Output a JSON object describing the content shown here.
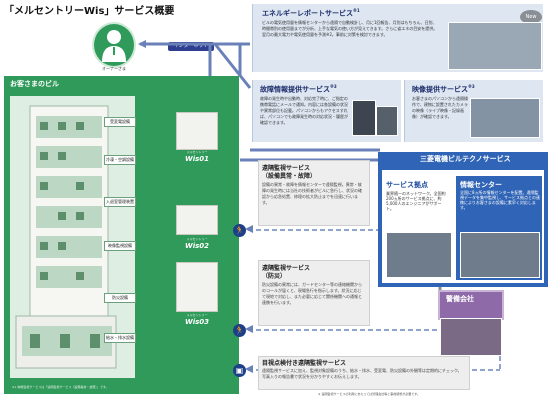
{
  "page_title": "「メルセントリーWis」サービス概要",
  "owner": {
    "label": "オーナーさま"
  },
  "internet_label": "インターネット",
  "building": {
    "title": "お客さまのビル",
    "equipment": [
      "受変電設備",
      "冷凍・空調設備",
      "入退室管理装置",
      "映像監視設備",
      "防災設備",
      "給水・排水設備"
    ],
    "devices": [
      {
        "brand": "メルセントリー",
        "model": "Wis01"
      },
      {
        "brand": "メルセントリー",
        "model": "Wis02"
      },
      {
        "brand": "メルセントリー",
        "model": "Wis03"
      }
    ],
    "note": "※1 映像監視サービスは「遠隔監視サービス（設備異常・故障）」です。"
  },
  "services": {
    "energy": {
      "title": "エネルギーレポートサービス",
      "sup": "※1",
      "badge": "New",
      "body": "ビルの電気使用量を情報センターから遠隔で自動検針し、月に1回報告、月別はもちろん、日別、時間帯別の使用量までが分析、上手な電気の使い方が見えてきます。さらに省エネの目安を提供。翌月の最大電力や電気使用量を予測※2。事前に対策を検討できます。"
    },
    "fault": {
      "title": "故障情報提供サービス",
      "sup": "※3",
      "body": "故障の発生時や出動時、対応完了時に、ご指定の携帯電話にメールで通知。内容には各設備の状況や異常部位も記載。パソコンからもアクセスすれば、パソコンでも故障発生時の対応状況・履歴が確認できます。"
    },
    "video": {
      "title": "映像提供サービス",
      "sup": "※3",
      "body": "お客さまのパソコンから遠隔操作で、建物に設置されたカメラの映像（ライブ映像・記録画像）が確認できます。"
    },
    "remote1": {
      "title": "遠隔監視サービス",
      "subtitle": "（設備異常・故障）",
      "body": "設備の異常・故障を情報センターで遠隔監視。異常・故障の発生時には当社の技術者がビルに急行し、状況の確認から応急処置、修理の拡大防止までを迅速に行います。"
    },
    "remote2": {
      "title": "遠隔監視サービス",
      "subtitle": "（防災）",
      "body": "防災設備の異常には、ガードセンター等の連絡機関からのコールが届くと、現場急行を指示します。状況に応じて現地で対応し、また必要に応じて関係機関への通報と連携を行います。"
    },
    "inspection": {
      "title": "目視点検付き遠隔監視サービス",
      "body": "遠隔監視サービスに加え、監視対象設備のうち、給水・排水、受変電、防災設備の外観等は定期的にチェック。写真入りの報告書で状況を分かりやすくお伝えします。"
    }
  },
  "mitsubishi": {
    "title": "三菱電機ビルテクノサービス",
    "base_title": "サービス拠点",
    "base_body": "業界随一のネットワーク。全国約200ヵ所のサービス拠点に、約5,000人のエンジニアがサポート。",
    "center_title": "情報センター",
    "center_body": "全国に8ヵ所の情報センターを配置。遠隔監視データを集中監視し、サービス拠点との連携によりお客さまの設備に素早く対応します。"
  },
  "security_company": {
    "label": "警備会社"
  },
  "footnote": "※ 遠隔監視サービスの利用にあたっては管理会社等と事前調整が必要です。",
  "colors": {
    "green": "#2f9a5a",
    "navy": "#1d2d6b",
    "blue": "#2f64b6",
    "purple": "#8f6aa8"
  },
  "icons": [
    "person-icon",
    "running-person-icon",
    "calendar-check-icon"
  ]
}
